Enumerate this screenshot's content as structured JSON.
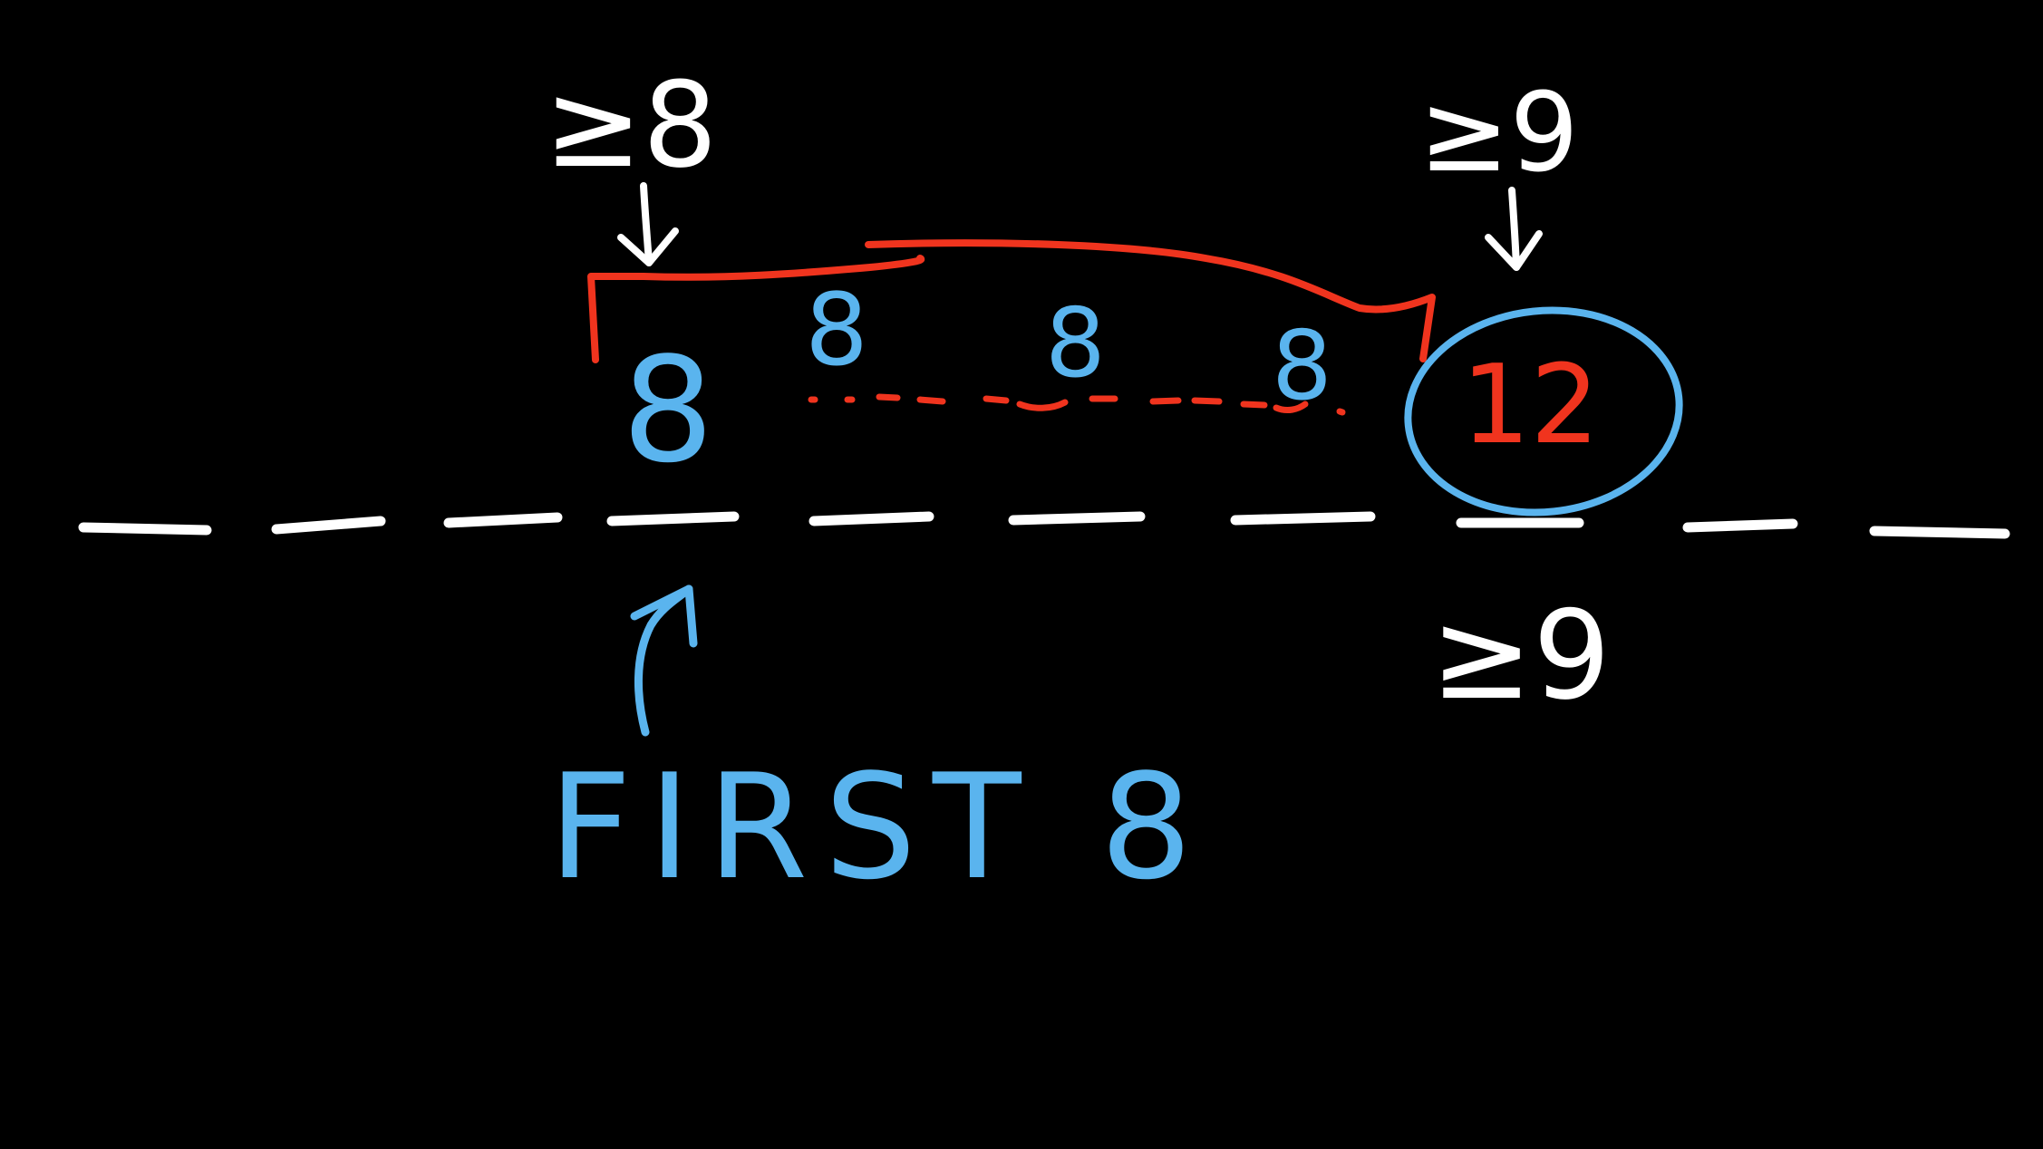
{
  "colors": {
    "background": "#000000",
    "chalk": "#FFFFFF",
    "blue": "#5AB4EE",
    "red": "#F0341E"
  },
  "labels": {
    "top_left_bound": "≥8",
    "top_right_bound": "≥9",
    "bottom_right_bound": "≥9",
    "first_label": "FIRST 8",
    "left_value": "8",
    "middle_value_1": "8",
    "middle_value_2": "8",
    "middle_value_3": "8",
    "circled_value": "12"
  }
}
